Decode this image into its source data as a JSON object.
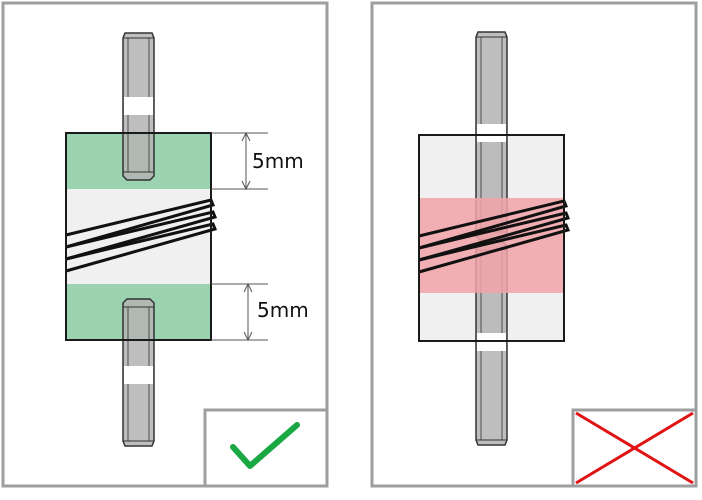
{
  "panels": [
    {
      "id": "correct",
      "verdict": "correct",
      "dimension_labels": [
        "5mm",
        "5mm"
      ],
      "verdict_icon": "check-mark-icon"
    },
    {
      "id": "incorrect",
      "verdict": "incorrect",
      "verdict_icon": "cross-mark-icon"
    }
  ],
  "colors": {
    "frame": "#9e9e9e",
    "block": "#f0f0f0",
    "block_outline": "#1a1a1a",
    "engagement_zone_ok": "#9bd3b0",
    "engagement_zone_bad": "#f2a3a8",
    "bolt": "#b3b3b3",
    "bolt_outline": "#333333",
    "check": "#1aa843",
    "cross": "#e01414",
    "dimension_line": "#555555",
    "coil": "#111111"
  }
}
